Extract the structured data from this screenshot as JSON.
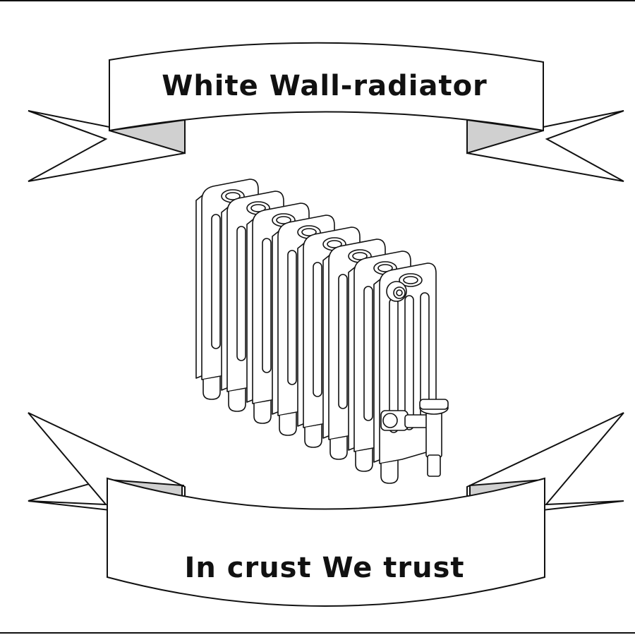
{
  "top_banner": {
    "text": "White Wall-radiator"
  },
  "bottom_banner": {
    "text": "In crust We trust"
  },
  "illustration": {
    "subject": "radiator-icon",
    "sections": 8
  },
  "colors": {
    "line": "#111111",
    "paper": "#ffffff",
    "fold_shade": "#d0d0d0"
  }
}
